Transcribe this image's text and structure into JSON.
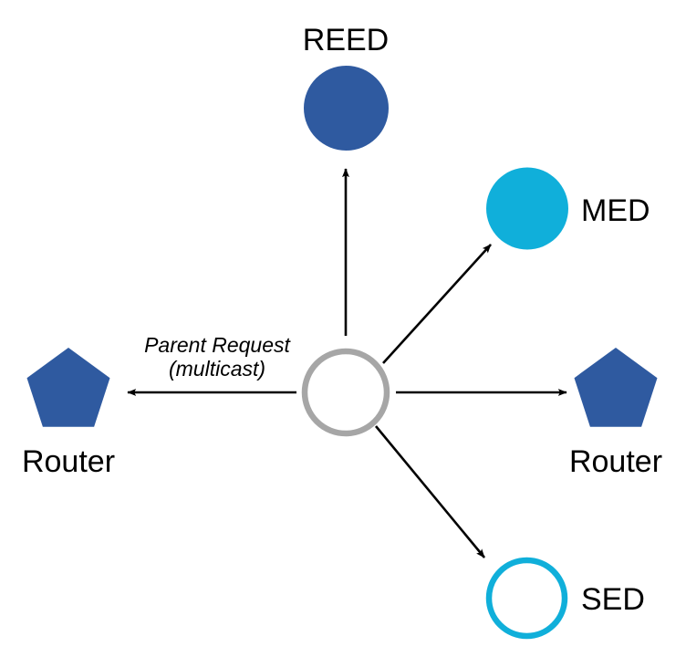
{
  "diagram": {
    "title_text": "",
    "background": "#ffffff",
    "colors": {
      "dark_blue": "#2F5AA0",
      "cyan": "#10AFDA",
      "gray_outline": "#A6A6A6",
      "arrow_black": "#000000",
      "label_text": "#000000"
    },
    "center_node": {
      "name": "joining-device",
      "shape": "circle-outline",
      "color": "#A6A6A6",
      "label": ""
    },
    "nodes": [
      {
        "id": "reed",
        "label": "REED",
        "shape": "circle-filled",
        "color": "#2F5AA0",
        "label_position": "above"
      },
      {
        "id": "med",
        "label": "MED",
        "shape": "circle-filled",
        "color": "#10AFDA",
        "label_position": "right"
      },
      {
        "id": "router-right",
        "label": "Router",
        "shape": "pentagon-filled",
        "color": "#2F5AA0",
        "label_position": "below"
      },
      {
        "id": "sed",
        "label": "SED",
        "shape": "circle-outline",
        "color": "#10AFDA",
        "label_position": "right"
      },
      {
        "id": "router-left",
        "label": "Router",
        "shape": "pentagon-filled",
        "color": "#2F5AA0",
        "label_position": "below"
      }
    ],
    "edges": [
      {
        "id": "edge-to-reed",
        "from": "center",
        "to": "reed",
        "label": "",
        "direction": "up"
      },
      {
        "id": "edge-to-med",
        "from": "center",
        "to": "med",
        "label": "",
        "direction": "up-right"
      },
      {
        "id": "edge-to-router-right",
        "from": "center",
        "to": "router-right",
        "label": "",
        "direction": "right"
      },
      {
        "id": "edge-to-sed",
        "from": "center",
        "to": "sed",
        "label": "",
        "direction": "down-right"
      },
      {
        "id": "edge-to-router-left",
        "from": "center",
        "to": "router-left",
        "label_line1": "Parent Request",
        "label_line2": "(multicast)",
        "direction": "left"
      }
    ],
    "edge_label": {
      "line1": "Parent Request",
      "line2": "(multicast)"
    }
  }
}
